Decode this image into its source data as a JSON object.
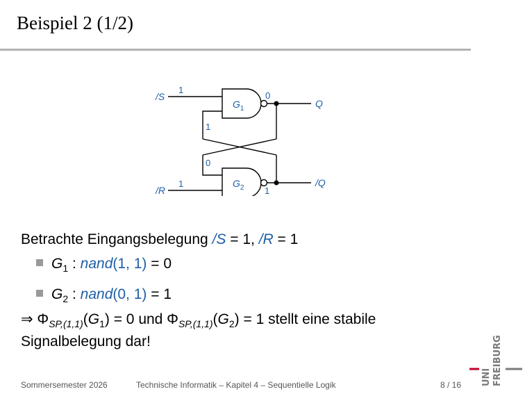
{
  "slide": {
    "title": "Beispiel 2 (1/2)"
  },
  "circuit": {
    "input_s": "/S",
    "input_r": "/R",
    "output_q": "Q",
    "output_qn": "/Q",
    "gate1_label": "G",
    "gate1_sub": "1",
    "gate2_label": "G",
    "gate2_sub": "2",
    "val_s": "1",
    "val_r": "1",
    "val_g1_out": "0",
    "val_g1_fb_in": "1",
    "val_g2_fb_in": "0",
    "val_g2_out": "1"
  },
  "content": {
    "line1_prefix": "Betrachte Eingangsbelegung",
    "line1_s": "/S",
    "line1_eq1": " = 1, ",
    "line1_r": "/R",
    "line1_eq2": " = 1",
    "bullet1_g": "G",
    "bullet1_sub": "1",
    "bullet1_colon": " : ",
    "bullet1_func": "nand",
    "bullet1_args": "(1, 1)",
    "bullet1_result": " = 0",
    "bullet2_g": "G",
    "bullet2_sub": "2",
    "bullet2_colon": " : ",
    "bullet2_func": "nand",
    "bullet2_args": "(0, 1)",
    "bullet2_result": " = 1",
    "concl_arrow": "⇒ Φ",
    "concl_sub1": "SP,(1,1)",
    "concl_arg1_open": "(",
    "concl_arg1_g": "G",
    "concl_arg1_sub": "1",
    "concl_arg1_close": ") = 0 und Φ",
    "concl_sub2": "SP,(1,1)",
    "concl_arg2_open": "(",
    "concl_arg2_g": "G",
    "concl_arg2_sub": "2",
    "concl_arg2_close": ") = 1 stellt eine stabile",
    "concl_line2": "Signalbelegung dar!"
  },
  "footer": {
    "semester": "Sommersemester 2026",
    "course": "Technische Informatik –  Kapitel 4 – Sequentielle Logik",
    "page": "8 / 16"
  },
  "logo": {
    "text_uni": "UNI",
    "text_freiburg": "FREIBURG",
    "accent_color": "#c1002a"
  },
  "colors": {
    "blue": "#1f5fa8",
    "rule": "#b3b3b3"
  }
}
